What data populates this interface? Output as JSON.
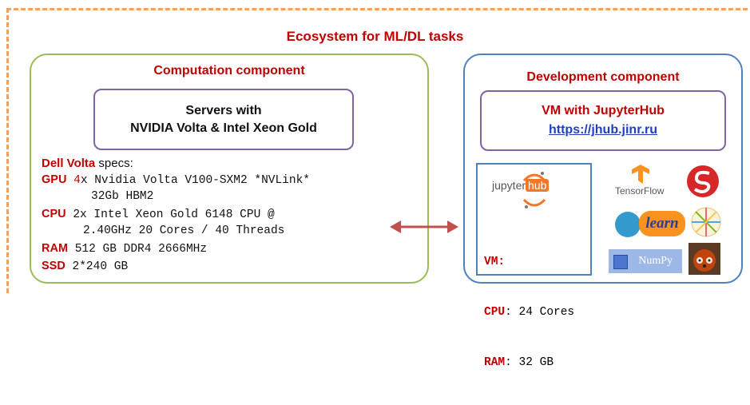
{
  "ecosystem_title": "Ecosystem for ML/DL tasks",
  "computation": {
    "heading": "Computation component",
    "servers_line1": "Servers with",
    "servers_line2": "NVIDIA Volta & Intel Xeon Gold",
    "specs_title": "Dell Volta",
    "specs_suffix": " specs:",
    "gpu_label": "GPU",
    "gpu_count": "4",
    "gpu_line1": "x Nvidia Volta V100-SXM2 *NVLink*",
    "gpu_line2": "32Gb HBM2",
    "cpu_label": "CPU",
    "cpu_line1": "2x Intel Xeon Gold 6148 CPU @",
    "cpu_line2": "2.40GHz 20 Cores / 40 Threads",
    "ram_label": "RAM",
    "ram_value": "512 GB DDR4 2666MHz",
    "ssd_label": "SSD",
    "ssd_value": "2*240 GB"
  },
  "development": {
    "heading": "Development component",
    "vm_title": "VM with JupyterHub",
    "vm_link": "https://jhub.jinr.ru",
    "jupyter_logo_a": "jupyter",
    "jupyter_logo_b": "hub",
    "vm_label": "VM:",
    "cpu_label": "CPU",
    "cpu_value": ": 24 Cores",
    "ram_label": "RAM",
    "ram_value": ": 32 GB",
    "tensorflow_text": "TensorFlow",
    "sklearn_text": "learn",
    "numpy_text": "NumPy"
  },
  "colors": {
    "accent_red": "#c00000",
    "outer_dashed": "#f2a25c",
    "computation_border": "#9bbb59",
    "development_border": "#4f81bd",
    "inner_box_border": "#8064a2",
    "arrow": "#c0504d"
  }
}
